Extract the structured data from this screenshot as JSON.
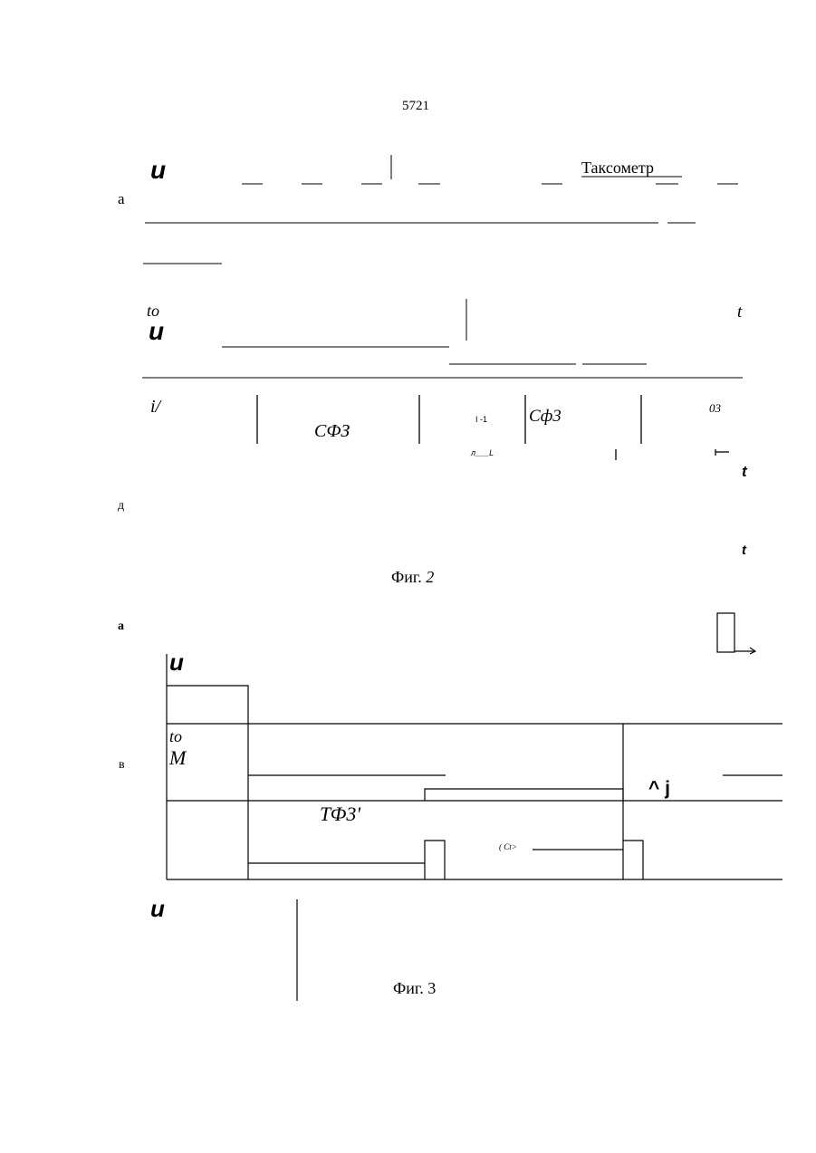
{
  "page_number": "5721",
  "fig2": {
    "header_label": "Таксометр",
    "row_a_letter": "а",
    "row_a_u": "u",
    "row_b_to": "to",
    "row_b_u": "u",
    "row_b_t": "t",
    "row_c_i": "i/",
    "row_c_sfz_1": "СФЗ",
    "row_c_marker": "I -1",
    "row_c_sfz_2": "Сф3",
    "row_c_03": "03",
    "row_c_marker_bottom": "л___L",
    "row_c_t": "t",
    "row_d_letter": "д",
    "row_d_t": "t",
    "caption_prefix": "Фиг.",
    "caption_number": "2"
  },
  "fig3": {
    "letter_a": "а",
    "u_top": "u",
    "to": "to",
    "m": "M",
    "letter_v": "в",
    "caret_j": "^ j",
    "tfz": "ТФ3'",
    "small_marker": "( Ct>",
    "u_bottom": "u",
    "caption_prefix": "Фиг.",
    "caption_number": "3"
  }
}
